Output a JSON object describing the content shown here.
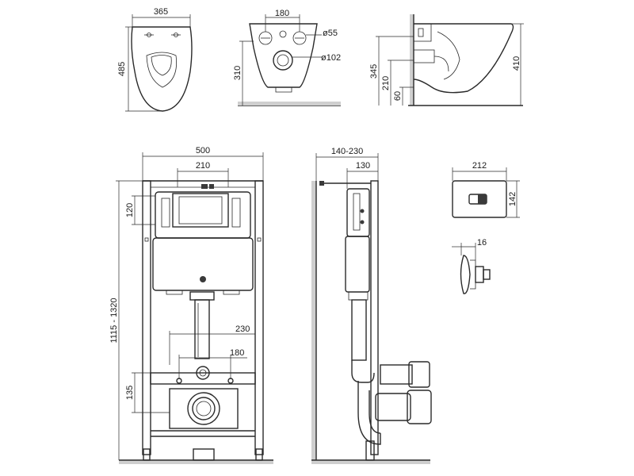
{
  "views": {
    "top_view": {
      "width": "365",
      "length": "485"
    },
    "front_view": {
      "mount_spacing": "180",
      "hole_small": "ø55",
      "hole_large": "ø102",
      "height": "310"
    },
    "side_view": {
      "height_total": "410",
      "height_345": "345",
      "height_210": "210",
      "height_60": "60"
    },
    "frame_front": {
      "width": "500",
      "inner_width": "210",
      "top_offset": "120",
      "height_range": "1115 - 1320",
      "spacing_230": "230",
      "spacing_180": "180",
      "bottom_135": "135"
    },
    "frame_side": {
      "depth_range": "140-230",
      "depth": "130"
    },
    "flush_plate": {
      "width": "212",
      "height": "142",
      "thickness": "16"
    }
  }
}
